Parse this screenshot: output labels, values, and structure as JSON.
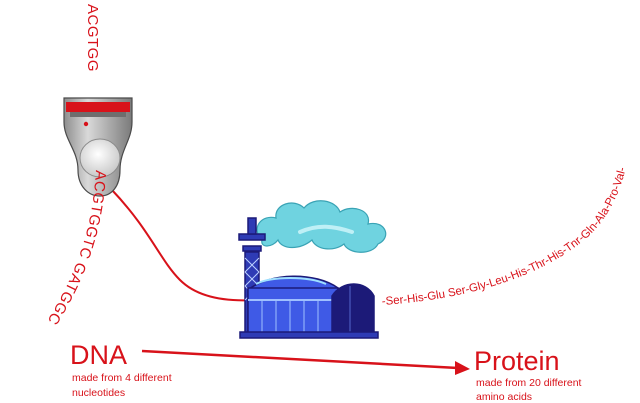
{
  "dna_strand_top": "ACGTGG",
  "dna_strand_lower": "ACGTGGTC GATGGC",
  "amino_acid_chain": "-Ser-His-Glu Ser-Gly-Leu-His-Thr-His-Tnr-Gln-Ala-Pro-Val-",
  "dna_label": "DNA",
  "dna_caption_line1": "made from 4 different",
  "dna_caption_line2": "nucleotides",
  "protein_label": "Protein",
  "protein_caption_line1": "made from 20 different",
  "protein_caption_line2": "amino acids",
  "colors": {
    "accent_red": "#d8121a",
    "factory_blue": "#2e3bb5",
    "factory_navy": "#1c1a78",
    "smoke_cyan": "#6fd3e0",
    "reader_gray": "#b7b7b7"
  },
  "icons": [
    "sequence-reader-icon",
    "factory-icon",
    "smoke-icon"
  ]
}
